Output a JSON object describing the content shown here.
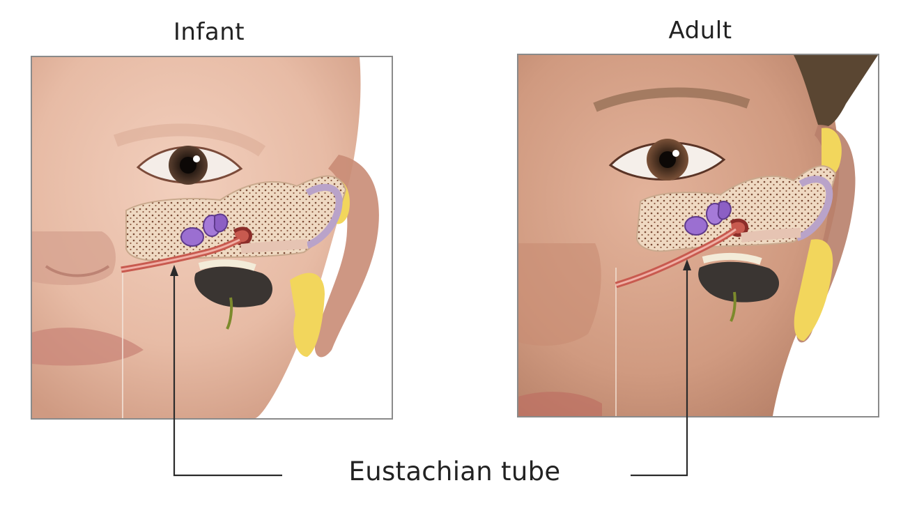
{
  "panels": {
    "infant": {
      "title": "Infant"
    },
    "adult": {
      "title": "Adult"
    }
  },
  "caption": "Eustachian tube",
  "colors": {
    "skin_infant": "#e9c1ad",
    "skin_adult": "#d9a78c",
    "bone": "#efd9c2",
    "ossicles": "#9b6fd1",
    "cartilage": "#f2d65c",
    "membrane": "#b9a3c9",
    "tube": "#c85a4f",
    "pharynx": "#3a3532",
    "line": "#2a2a2a"
  }
}
